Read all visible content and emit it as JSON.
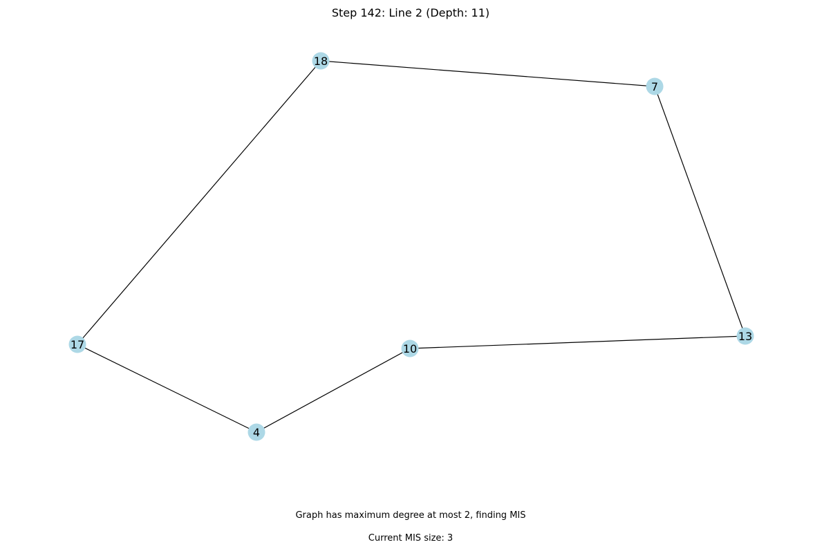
{
  "title": "Step 142: Line 2 (Depth: 11)",
  "captions": {
    "status": "Graph has maximum degree at most 2, finding MIS",
    "mis_size": "Current MIS size: 3"
  },
  "colors": {
    "node_fill": "#add8e6",
    "edge": "#000000"
  },
  "graph": {
    "nodes": [
      "18",
      "7",
      "13",
      "10",
      "4",
      "17"
    ],
    "edges": [
      [
        "18",
        "7"
      ],
      [
        "7",
        "13"
      ],
      [
        "13",
        "10"
      ],
      [
        "10",
        "4"
      ],
      [
        "4",
        "17"
      ],
      [
        "17",
        "18"
      ]
    ]
  }
}
